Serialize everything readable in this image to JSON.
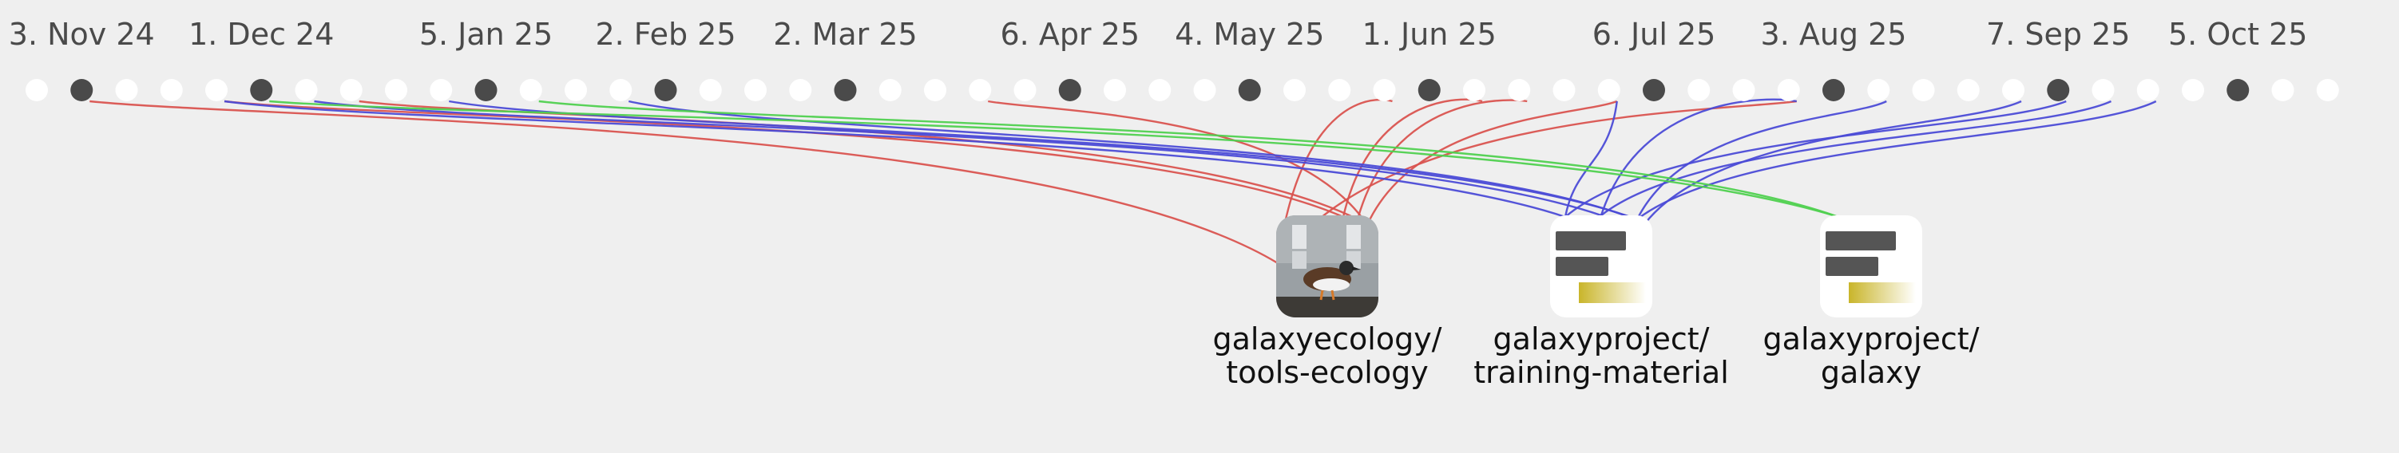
{
  "timeline": {
    "date_labels": [
      "3. Nov 24",
      "1. Dec 24",
      "5. Jan 25",
      "2. Feb 25",
      "2. Mar 25",
      "6. Apr 25",
      "4. May 25",
      "1. Jun 25",
      "6. Jul 25",
      "3. Aug 25",
      "7. Sep 25",
      "5. Oct 25"
    ],
    "week_count": 52,
    "dark_weeks": [
      1,
      5,
      10,
      14,
      18,
      23,
      27,
      31,
      36,
      40,
      45,
      49
    ]
  },
  "repos": [
    {
      "id": "tools-ecology",
      "line1": "galaxyecology/",
      "line2": "tools-ecology",
      "avatar": "bird-photo",
      "link_color": "#d9534f"
    },
    {
      "id": "training-material",
      "line1": "galaxyproject/",
      "line2": "training-material",
      "avatar": "galaxy-logo",
      "link_color": "#4b4bd6"
    },
    {
      "id": "galaxy",
      "line1": "galaxyproject/",
      "line2": "galaxy",
      "avatar": "galaxy-logo",
      "link_color": "#4fd04f"
    }
  ],
  "colors": {
    "background": "#efefef",
    "dot_active": "#4a4a4a",
    "dot_inactive": "#ffffff",
    "logo_bar": "#555555",
    "logo_accent": "#c9b52a"
  }
}
